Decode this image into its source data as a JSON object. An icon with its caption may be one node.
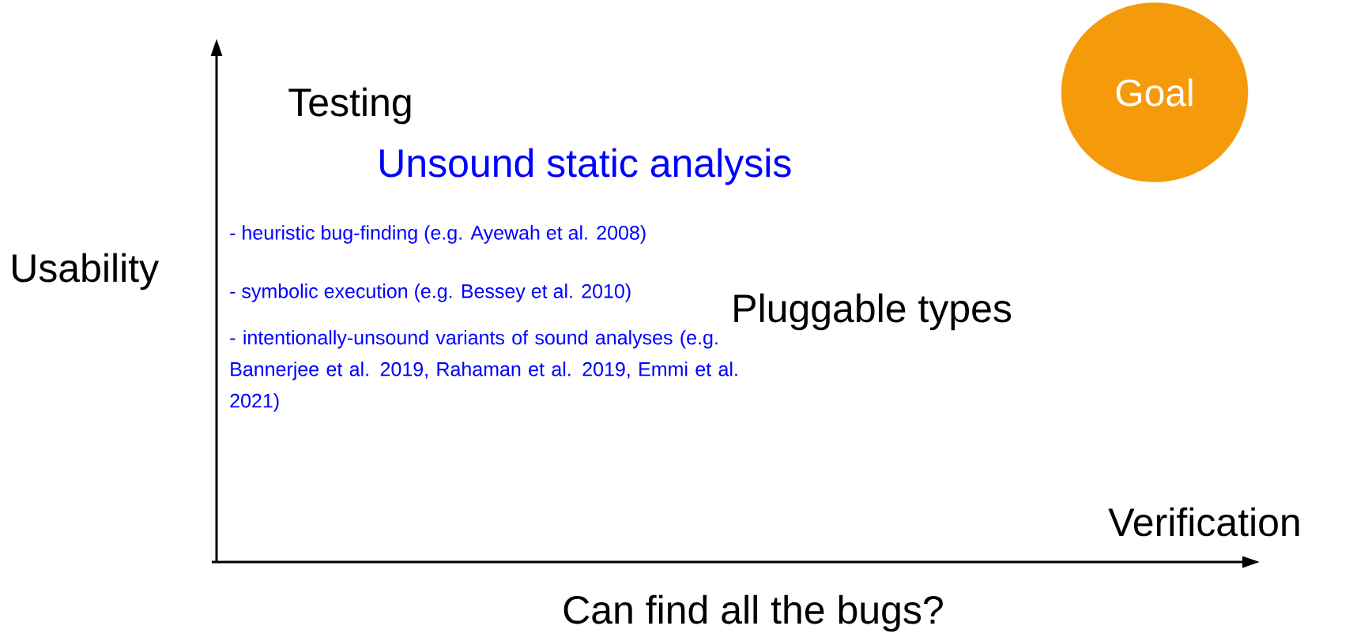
{
  "diagram": {
    "nodes": [
      {
        "text": [
          "Goal"
        ]
      }
    ],
    "labels": [
      "Testing",
      "Unsound static analysis",
      "- heuristic bug-finding (e.g. Ayewah et al. 2008)",
      "Usability",
      "- symbolic execution (e.g. Bessey et al. 2010)",
      "Pluggable types",
      "- intentionally-unsound variants of sound analyses (e.g. Bannerjee et al. 2019, Rahaman et al. 2019, Emmi et al. 2021)",
      "Verification",
      "Can find all the bugs?"
    ]
  }
}
